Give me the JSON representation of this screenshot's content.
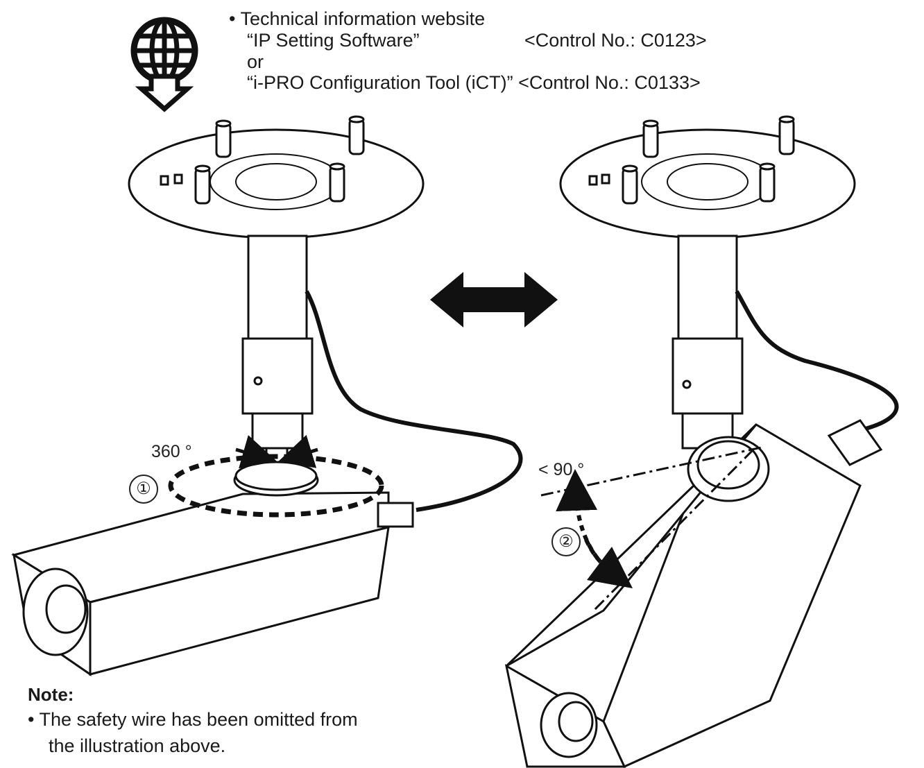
{
  "info": {
    "heading": "Technical information website",
    "line1_name": "“IP Setting Software”",
    "line1_control": "<Control No.: C0123>",
    "or_text": "or",
    "line2": "“i-PRO Configuration Tool (iCT)” <Control No.: C0133>"
  },
  "left_camera": {
    "rotation_label": "360 °",
    "step_number": "①"
  },
  "right_camera": {
    "tilt_label": "< 90 °",
    "step_number": "②"
  },
  "note": {
    "title": "Note:",
    "line1": "The safety wire has been omitted from",
    "line2": "the illustration above."
  },
  "icons": [
    "globe-download-icon",
    "double-arrow-icon"
  ]
}
